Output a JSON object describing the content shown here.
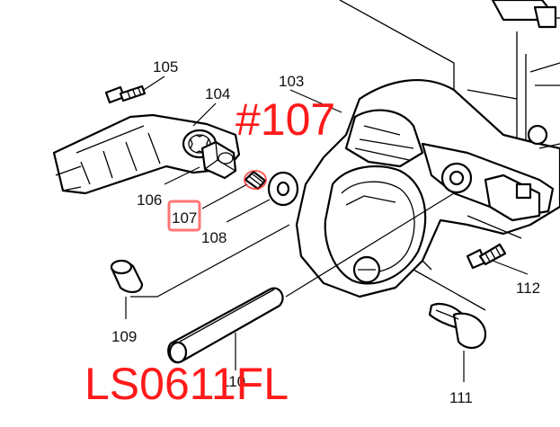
{
  "diagram": {
    "part_labels": {
      "p103": "103",
      "p104": "104",
      "p105": "105",
      "p106": "106",
      "p107": "107",
      "p108": "108",
      "p109": "109",
      "p110": "110",
      "p111": "111",
      "p112": "112"
    },
    "callout_text": "#107",
    "model_text": "LS0611FL",
    "highlight_color": "#ff1a1a",
    "highlighted_part": "107"
  }
}
